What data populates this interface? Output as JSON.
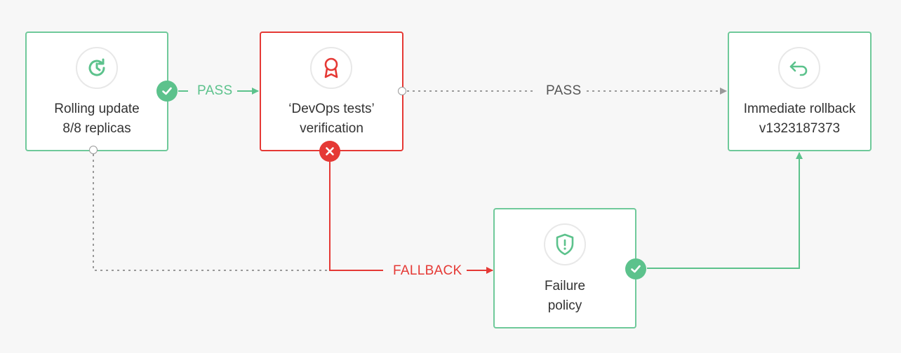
{
  "colors": {
    "success": "#5cc28c",
    "failure": "#e53935",
    "neutral": "#999999",
    "background": "#f7f7f7"
  },
  "nodes": {
    "rolling_update": {
      "icon": "clock-refresh-icon",
      "line1": "Rolling update",
      "line2": "8/8 replicas",
      "status": "success"
    },
    "devops_tests": {
      "icon": "award-ribbon-icon",
      "line1": "‘DevOps tests’",
      "line2": "verification",
      "status": "failure"
    },
    "immediate_rollback": {
      "icon": "undo-arrow-icon",
      "line1": "Immediate rollback",
      "line2": "v1323187373",
      "status": "success"
    },
    "failure_policy": {
      "icon": "shield-alert-icon",
      "line1": "Failure",
      "line2": "policy",
      "status": "success"
    }
  },
  "edges": {
    "update_to_tests": {
      "label": "PASS",
      "style": "solid-green"
    },
    "tests_to_rollback": {
      "label": "PASS",
      "style": "dotted-gray"
    },
    "tests_to_policy": {
      "label": "FALLBACK",
      "style": "solid-red"
    },
    "update_to_policy": {
      "label": "",
      "style": "dotted-gray"
    },
    "policy_to_rollback": {
      "label": "",
      "style": "solid-green"
    }
  }
}
